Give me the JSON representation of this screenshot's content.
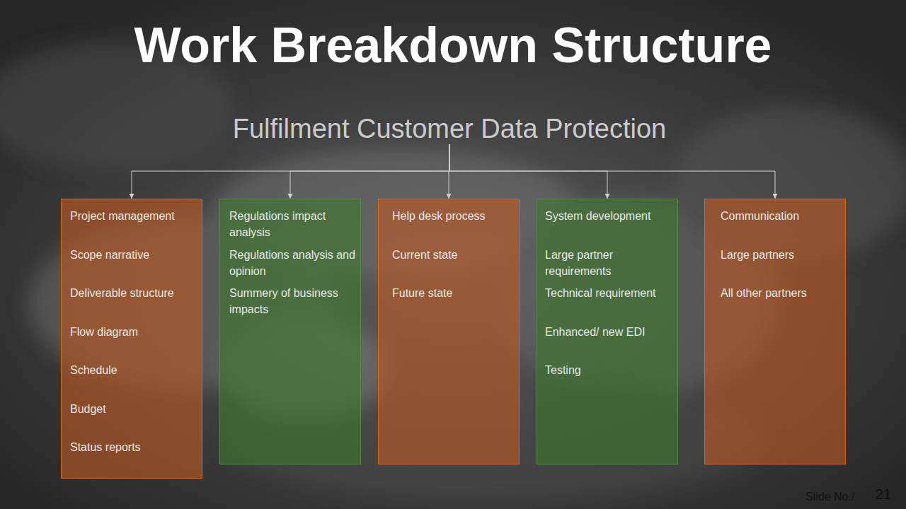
{
  "diagram": {
    "title": "Work Breakdown Structure",
    "nodes": [
      {
        "text": [
          "Fulfilment Customer Data Protection"
        ]
      },
      {
        "text": [
          "Project management",
          "Scope narrative",
          "Deliverable structure",
          "Flow diagram",
          "Schedule",
          "Budget",
          "Status reports"
        ]
      },
      {
        "text": [
          "Regulations impact analysis",
          "Regulations analysis and opinion",
          "Summery of business impacts"
        ]
      },
      {
        "text": [
          "Help desk process",
          "Current state",
          "Future state"
        ]
      },
      {
        "text": [
          "System development",
          "Large partner requirements",
          "Technical requirement",
          "Enhanced/ new EDI",
          "Testing"
        ]
      },
      {
        "text": [
          "Communication",
          "Large partners",
          "All other partners"
        ]
      }
    ],
    "edges": [
      {
        "from": 0,
        "to": 1,
        "arrow": "to"
      },
      {
        "from": 0,
        "to": 2,
        "arrow": "to"
      },
      {
        "from": 0,
        "to": 3,
        "arrow": "to"
      },
      {
        "from": 0,
        "to": 4,
        "arrow": "to"
      },
      {
        "from": 0,
        "to": 5,
        "arrow": "to"
      }
    ],
    "labels": [
      "Slide No./",
      "21"
    ]
  }
}
